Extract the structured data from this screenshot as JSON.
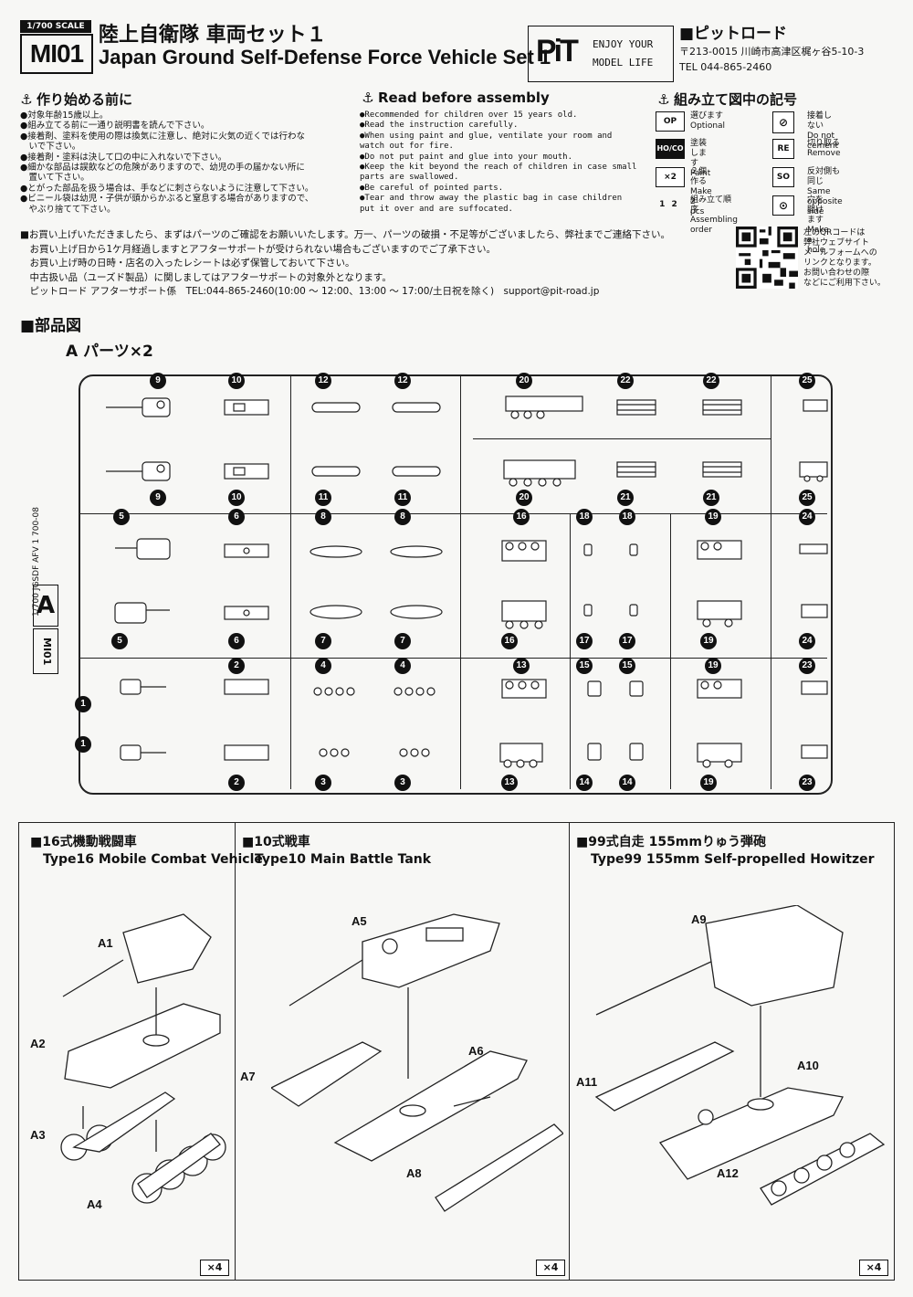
{
  "header": {
    "scale": "1/700 SCALE",
    "code": "MI01",
    "title_jp": "陸上自衛隊 車両セット１",
    "title_en": "Japan Ground Self-Defense Force Vehicle Set 1",
    "logo_mark": "PiT",
    "logo_line1": "ENJOY YOUR",
    "logo_line2": "MODEL LIFE",
    "company": "■ピットロード",
    "address": "〒213-0015 川崎市高津区梶ヶ谷5-10-3",
    "tel": "TEL 044-865-2460"
  },
  "before_jp": {
    "heading": "作り始める前に",
    "items": [
      "●対象年齢15歳以上。",
      "●組み立てる前に一通り説明書を読んで下さい。",
      "●接着剤、塗料を使用の際は換気に注意し、絶対に火気の近くでは行わな",
      "　いで下さい。",
      "●接着剤・塗料は決して口の中に入れないで下さい。",
      "●細かな部品は誤飲などの危険がありますので、幼児の手の届かない所に",
      "　置いて下さい。",
      "●とがった部品を扱う場合は、手などに刺さらないように注意して下さい。",
      "●ビニール袋は幼児・子供が頭からかぶると窒息する場合がありますので、",
      "　やぶり捨てて下さい。"
    ]
  },
  "before_en": {
    "heading": "Read before assembly",
    "items": [
      "●Recommended for children over 15 years old.",
      "●Read the instruction carefully.",
      "●When using paint and glue, ventilate your room and",
      "  watch out for fire.",
      "●Do not put paint and glue into your mouth.",
      "●Keep the kit beyond the reach of children in case small",
      "  parts are swallowed.",
      "●Be careful of pointed parts.",
      "●Tear and throw away the plastic bag in case children",
      "  put it over and are suffocated."
    ]
  },
  "symbols": {
    "heading": "組み立て図中の記号",
    "items": [
      {
        "icon": "OP",
        "jp": "選びます",
        "en": "Optional"
      },
      {
        "icon": "HO/CO",
        "jp": "塗装します",
        "en": "Paint"
      },
      {
        "icon": "×2",
        "jp": "２個作る",
        "en": "Make 2 pcs"
      },
      {
        "icon": "1 2",
        "jp": "組み立て順序",
        "en": "Assembling order"
      },
      {
        "icon": "no-glue-icon",
        "jp": "接着しない",
        "en": "Do not cement"
      },
      {
        "icon": "RE",
        "jp": "切り取る",
        "en": "Remove"
      },
      {
        "icon": "SO",
        "jp": "反対側も同じ",
        "en": "Same opposite side"
      },
      {
        "icon": "drill-icon",
        "jp": "穴を開けます",
        "en": "Make a hole"
      }
    ]
  },
  "after_support": {
    "lines": [
      "■お買い上げいただきましたら、まずはパーツのご確認をお願いいたします。万一、パーツの破損・不足等がございましたら、弊社までご連絡下さい。",
      "　お買い上げ日から1ケ月経過しますとアフターサポートが受けられない場合もございますのでご了承下さい。",
      "　お買い上げ時の日時・店名の入ったレシートは必ず保管しておいて下さい。",
      "　中古扱い品（ユーズド製品）に関しましてはアフターサポートの対象外となります。",
      "　ピットロード アフターサポート係　TEL:044-865-2460(10:00 ～ 12:00、13:00 ～ 17:00/土日祝を除く)　support@pit-road.jp"
    ],
    "qr_lines": [
      "左のQRコードは",
      "弊社ウェブサイト",
      "メールフォームへの",
      "リンクとなります。",
      "お問い合わせの際",
      "などにご利用下さい。"
    ]
  },
  "parts": {
    "heading": "■部品図",
    "sprue_title": "A パーツ×2",
    "side_tag": "1/700  JGSDF AFV 1  700-087",
    "side_letter": "A",
    "side_code": "MI01",
    "numbers": {
      "row1_top": [
        "9",
        "10",
        "12",
        "12",
        "20",
        "22",
        "22",
        "25"
      ],
      "row1_bot": [
        "9",
        "10",
        "11",
        "11",
        "20",
        "21",
        "21",
        "25"
      ],
      "row2_top": [
        "5",
        "6",
        "8",
        "8",
        "16",
        "18",
        "18",
        "19",
        "24"
      ],
      "row2_bot": [
        "5",
        "6",
        "7",
        "7",
        "16",
        "17",
        "17",
        "19",
        "24"
      ],
      "row3_top": [
        "2",
        "4",
        "4",
        "13",
        "15",
        "15",
        "19",
        "23"
      ],
      "row3_left": [
        "1",
        "1"
      ],
      "row3_bot": [
        "2",
        "3",
        "3",
        "13",
        "14",
        "14",
        "19",
        "23"
      ]
    }
  },
  "steps": [
    {
      "title_jp": "■16式機動戦闘車",
      "title_en": "Type16 Mobile Combat Vehicle",
      "labels": [
        "A1",
        "A2",
        "A3",
        "A4"
      ],
      "qty": "×4"
    },
    {
      "title_jp": "■10式戦車",
      "title_en": "Type10 Main Battle Tank",
      "labels": [
        "A5",
        "A6",
        "A7",
        "A8"
      ],
      "qty": "×4"
    },
    {
      "title_jp": "■99式自走 155mmりゅう弾砲",
      "title_en": "Type99 155mm Self-propelled Howitzer",
      "labels": [
        "A9",
        "A10",
        "A11",
        "A12"
      ],
      "qty": "×4"
    }
  ]
}
